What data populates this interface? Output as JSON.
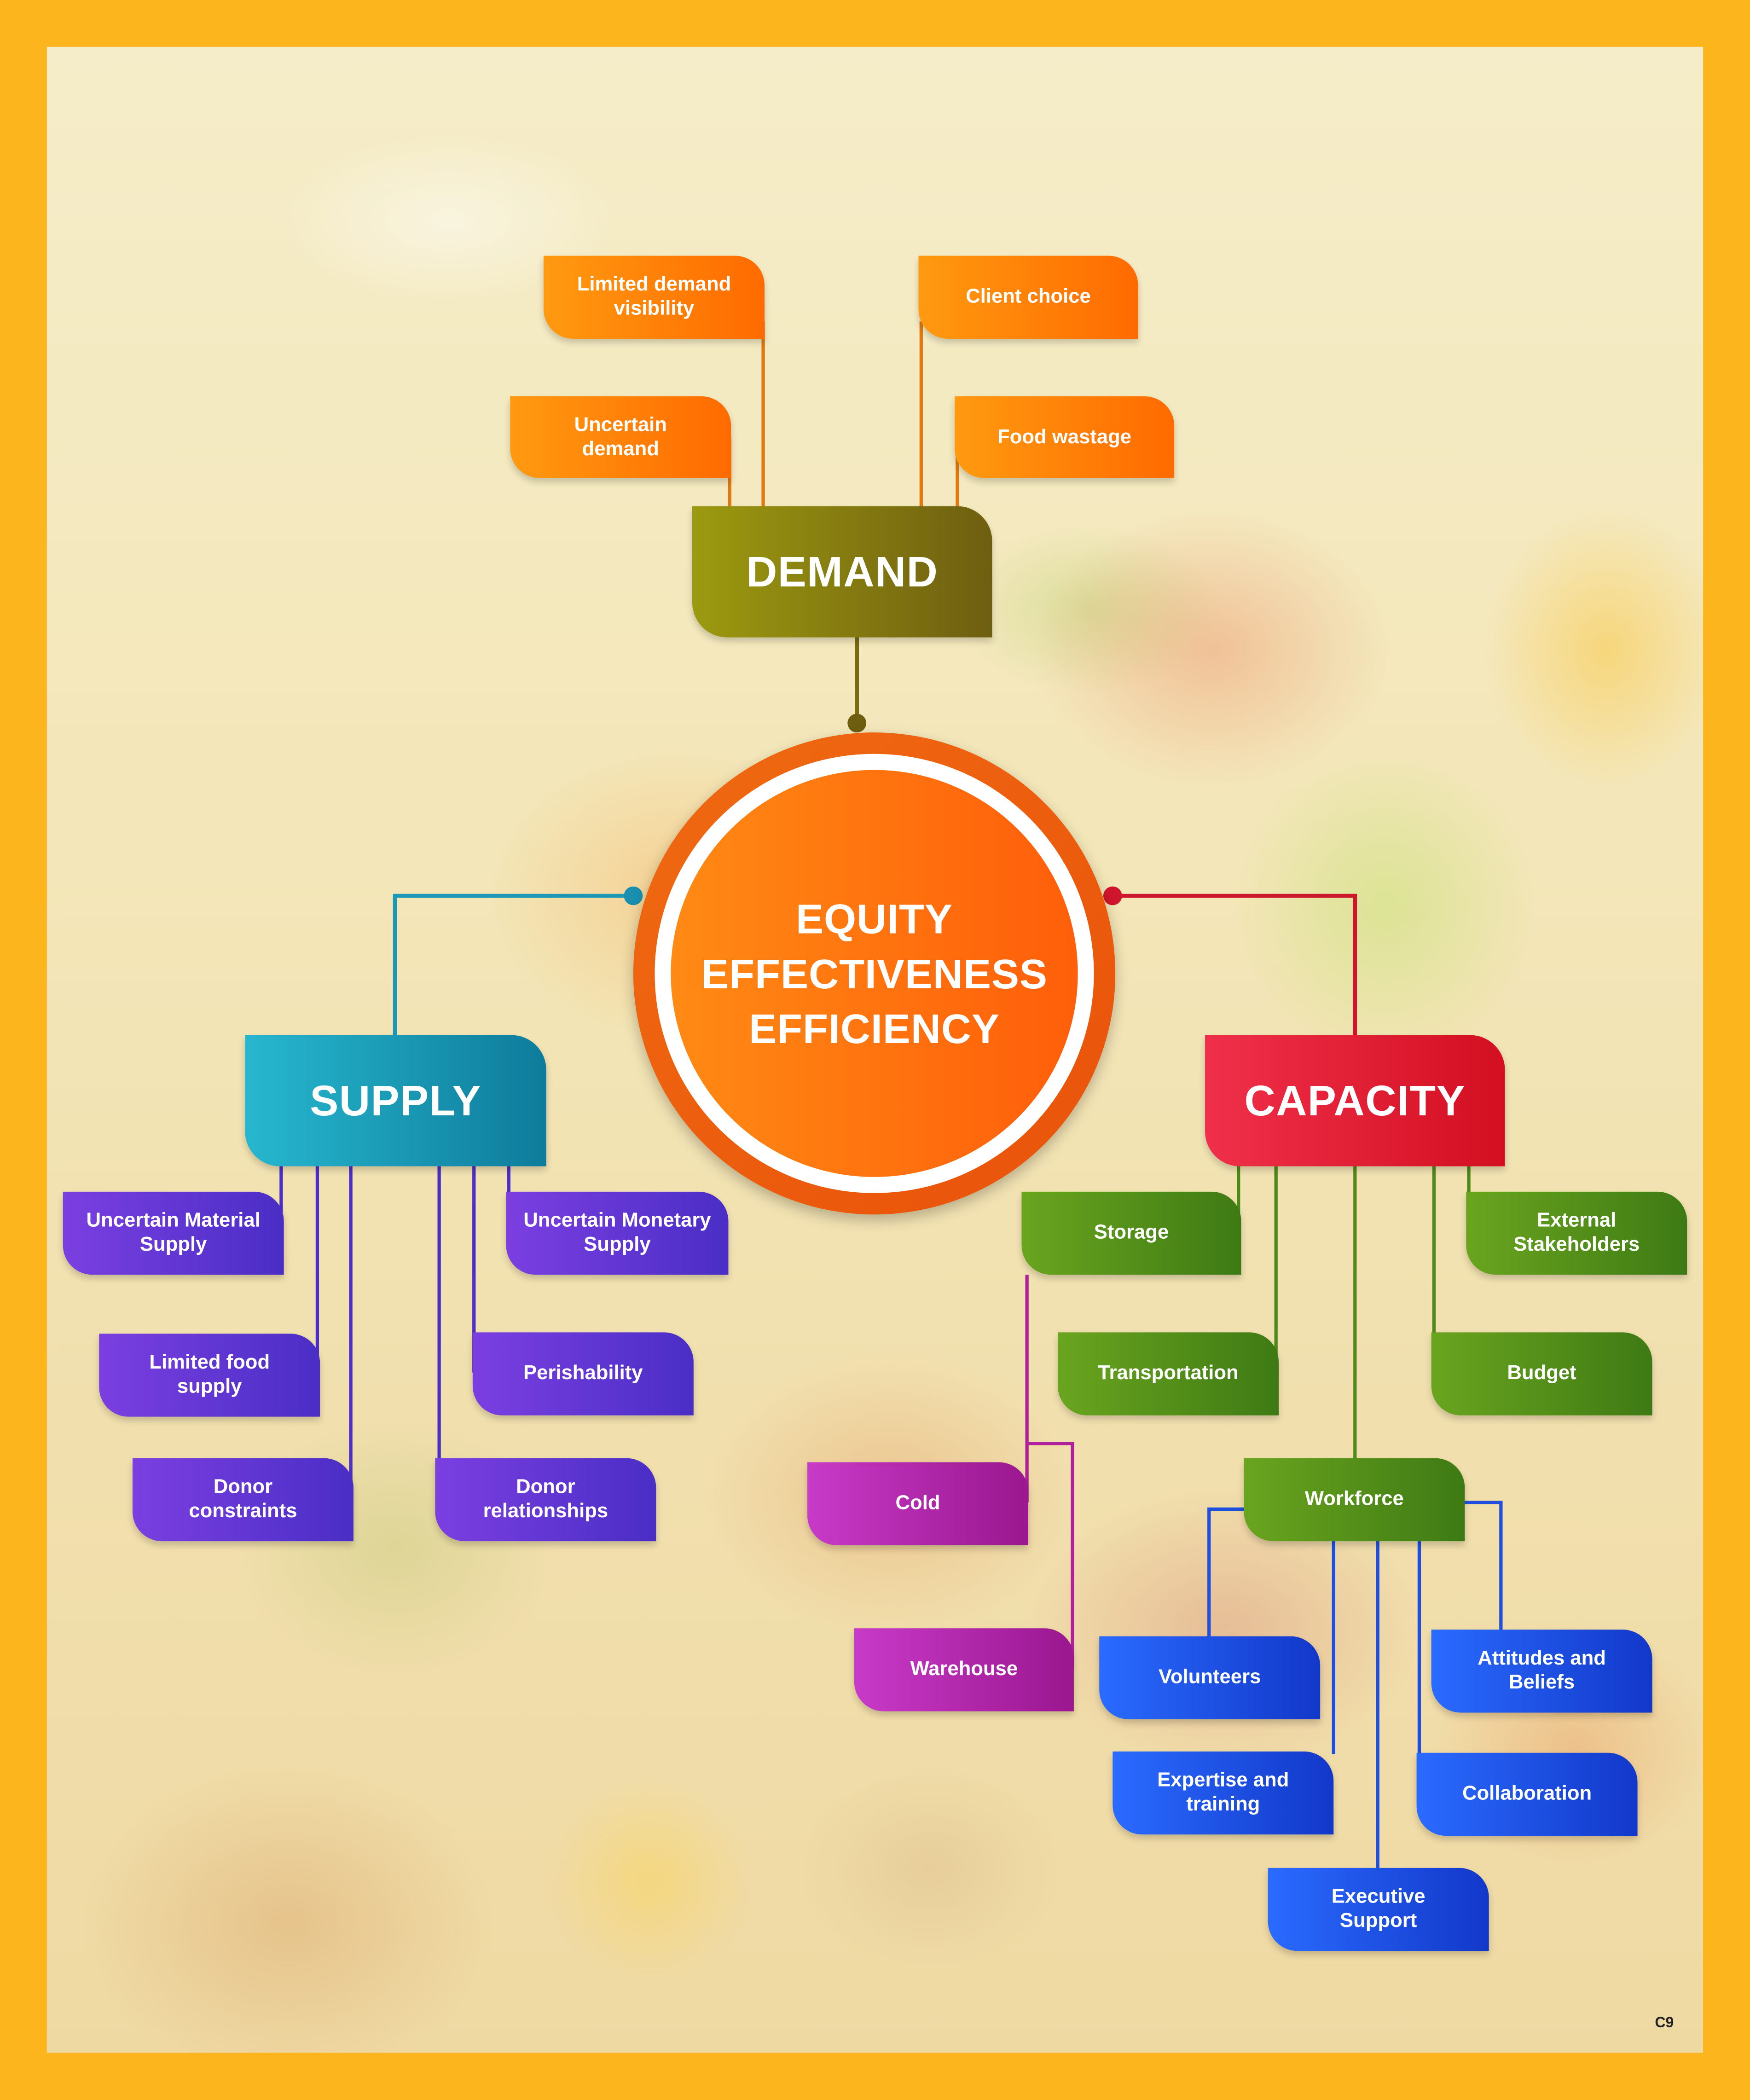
{
  "center": {
    "lines": [
      "EQUITY",
      "EFFECTIVENESS",
      "EFFICIENCY"
    ]
  },
  "hubs": {
    "demand": "DEMAND",
    "supply": "SUPPLY",
    "capacity": "CAPACITY"
  },
  "demand_items": {
    "limited_visibility": "Limited demand\nvisibility",
    "uncertain_demand": "Uncertain\ndemand",
    "client_choice": "Client choice",
    "food_wastage": "Food wastage"
  },
  "supply_items": {
    "uncertain_material": "Uncertain Material\nSupply",
    "limited_food": "Limited food\nsupply",
    "donor_constraints": "Donor\nconstraints",
    "uncertain_monetary": "Uncertain Monetary\nSupply",
    "perishability": "Perishability",
    "donor_relationships": "Donor\nrelationships"
  },
  "capacity_items": {
    "storage": "Storage",
    "transportation": "Transportation",
    "workforce": "Workforce",
    "external_stakeholders": "External\nStakeholders",
    "budget": "Budget"
  },
  "storage_items": {
    "cold": "Cold",
    "warehouse": "Warehouse"
  },
  "workforce_items": {
    "volunteers": "Volunteers",
    "expertise": "Expertise and\ntraining",
    "executive": "Executive\nSupport",
    "collaboration": "Collaboration",
    "attitudes": "Attitudes and\nBeliefs"
  },
  "footer_code": "C9",
  "colors": {
    "demand_line": "#E07A10",
    "supply_line": "#1A9AB8",
    "capacity_line": "#D0162C",
    "supply_branch": "#4B2FC8",
    "capacity_branch": "#4E8A18",
    "storage_branch": "#B0209E",
    "workforce_branch": "#1E4FE0"
  }
}
